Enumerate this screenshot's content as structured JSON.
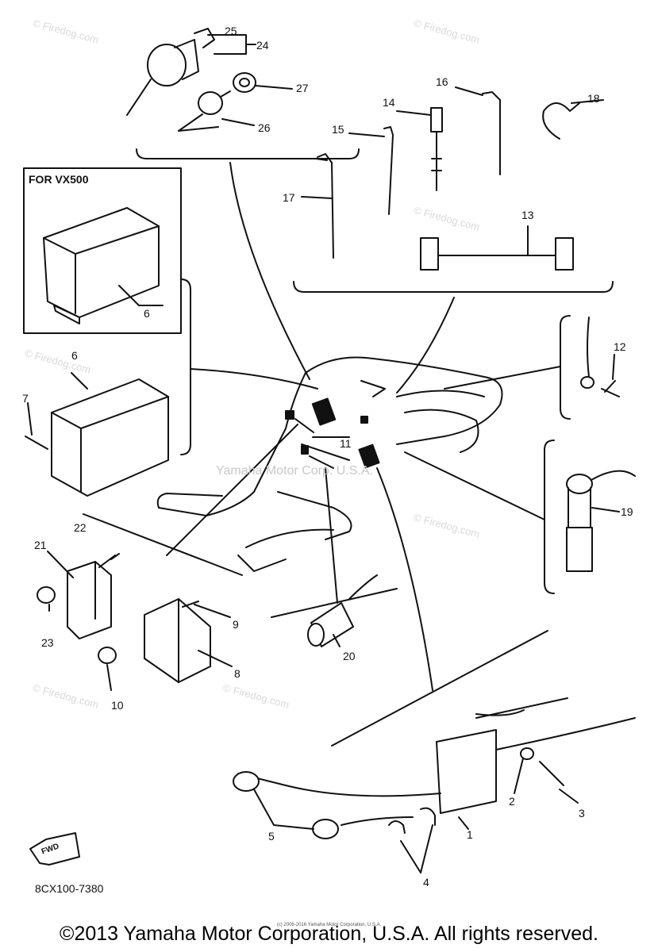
{
  "variant_label": "FOR VX500",
  "fwd_label": "FWD",
  "part_code": "8CX100-7380",
  "center_watermark": "Yamaha Motor Corp. U.S.A.",
  "watermark_text": "© Firedog.com",
  "footer": "©2013 Yamaha Motor Corporation, U.S.A. All rights reserved.",
  "footer_small": "(c) 2006-2016 Yamaha Motor Corporation, U.S.A.",
  "callouts": {
    "c1": "1",
    "c2": "2",
    "c3": "3",
    "c4": "4",
    "c5": "5",
    "c6a": "6",
    "c6b": "6",
    "c7": "7",
    "c8": "8",
    "c9": "9",
    "c10": "10",
    "c11": "11",
    "c12": "12",
    "c13": "13",
    "c14": "14",
    "c15": "15",
    "c16": "16",
    "c17": "17",
    "c18": "18",
    "c19": "19",
    "c20": "20",
    "c21": "21",
    "c22": "22",
    "c23": "23",
    "c24": "24",
    "c25": "25",
    "c26": "26",
    "c27": "27"
  }
}
